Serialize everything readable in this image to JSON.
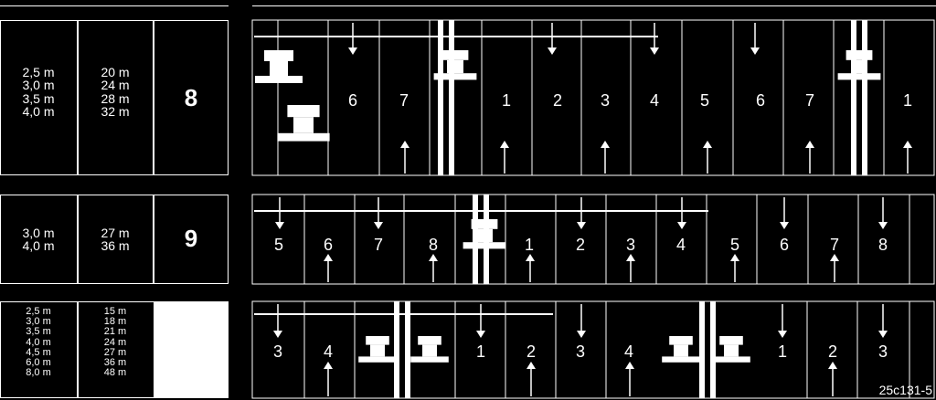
{
  "left_table": {
    "rows": [
      {
        "widths": [
          "2,5 m",
          "3,0 m",
          "3,5 m",
          "4,0 m"
        ],
        "distances": [
          "20 m",
          "24 m",
          "28 m",
          "32 m"
        ],
        "pattern": "8"
      },
      {
        "widths": [
          "3,0 m",
          "4,0 m"
        ],
        "distances": [
          "27 m",
          "36 m"
        ],
        "pattern": "9"
      },
      {
        "widths": [
          "2,5 m",
          "3,0 m",
          "3,5 m",
          "4,0 m",
          "4,5 m",
          "6,0 m",
          "8,0 m"
        ],
        "distances": [
          "15 m",
          "18 m",
          "21 m",
          "24 m",
          "27 m",
          "36 m",
          "48 m"
        ],
        "pattern": ""
      }
    ]
  },
  "diagrams": [
    {
      "lanes": [
        "6",
        "7",
        "1",
        "2",
        "3",
        "4",
        "5",
        "6",
        "7",
        "1"
      ]
    },
    {
      "lanes": [
        "5",
        "6",
        "7",
        "8",
        "1",
        "2",
        "3",
        "4",
        "5",
        "6",
        "7",
        "8"
      ]
    },
    {
      "lanes": [
        "3",
        "4",
        "1",
        "2",
        "3",
        "4",
        "1",
        "2",
        "3"
      ]
    }
  ],
  "figure_id": "25c131-5"
}
